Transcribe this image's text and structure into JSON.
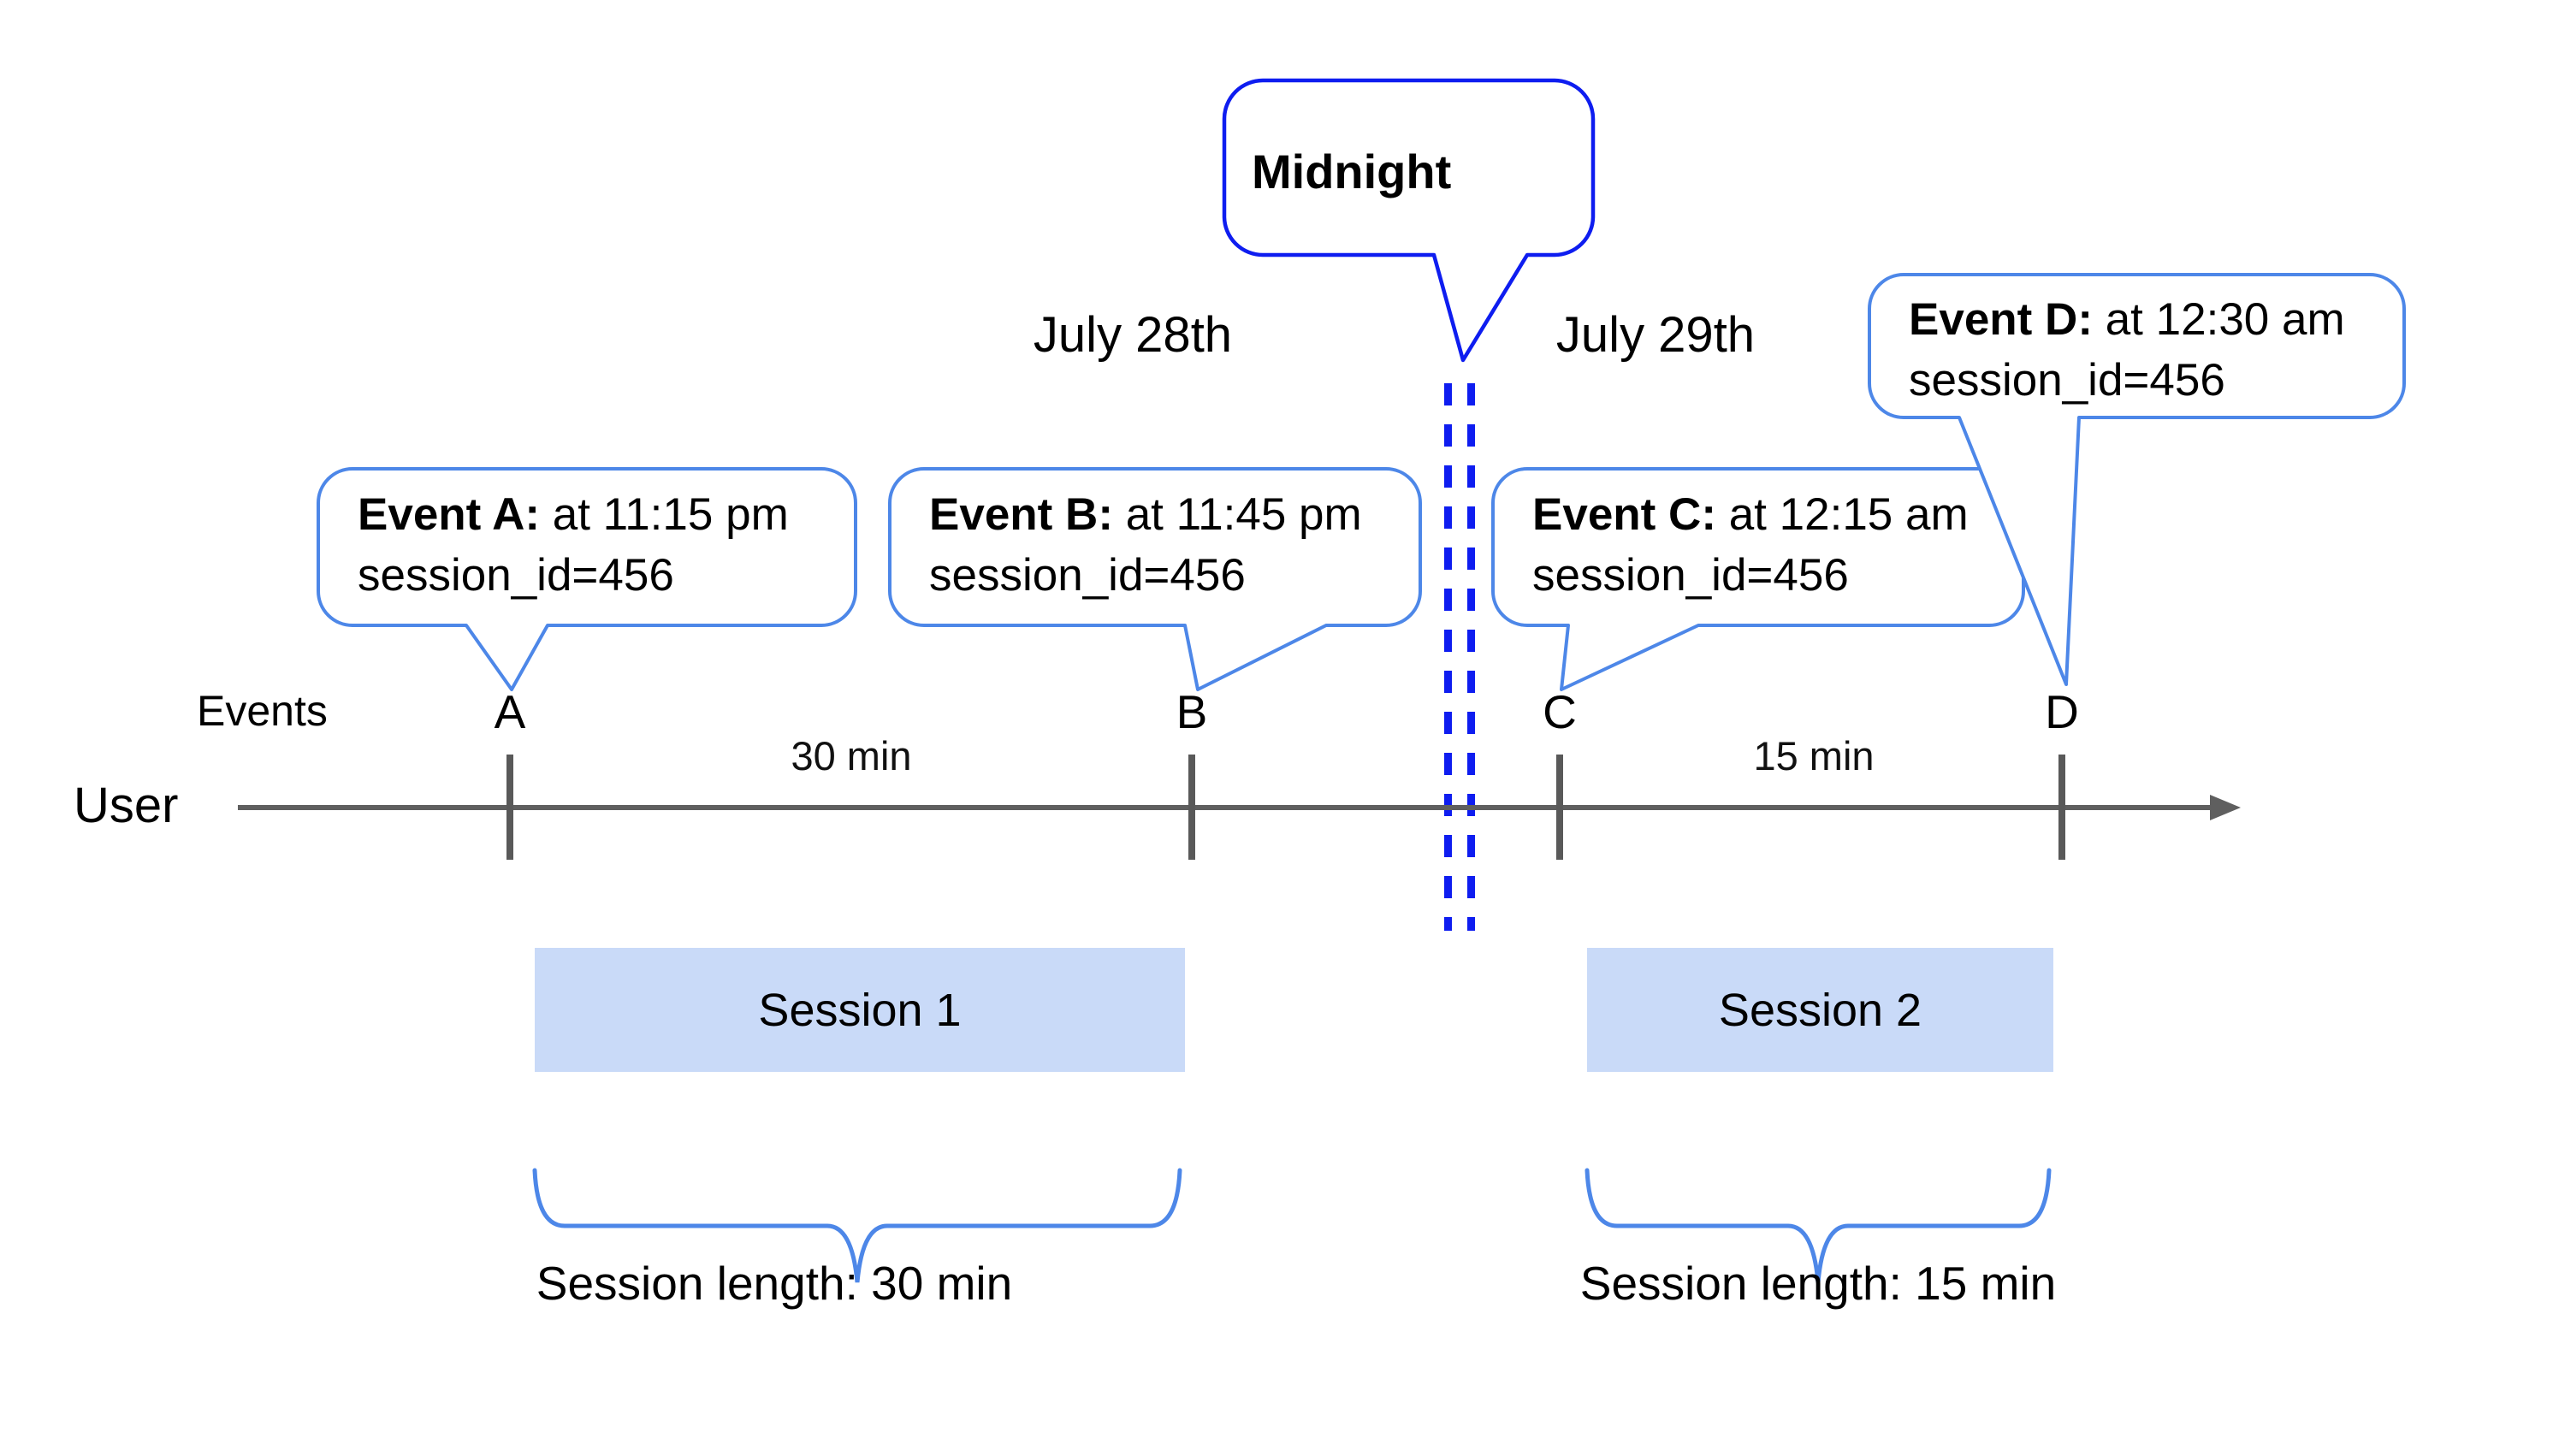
{
  "colors": {
    "event_bubble_border": "#4d87e8",
    "midnight_border": "#0e1df0",
    "dashed_line": "#0e1df0",
    "session_fill": "#c9daf8",
    "timeline_gray": "#5f5f5f",
    "text": "#000000"
  },
  "days": {
    "left": "July 28th",
    "right": "July 29th",
    "midnight_label": "Midnight"
  },
  "timeline": {
    "events_label": "Events",
    "user_label": "User",
    "interval_1": "30 min",
    "interval_2": "15 min"
  },
  "events": [
    {
      "letter": "A",
      "label_bold": "Event A:",
      "time_text": " at 11:15 pm",
      "session_text": "session_id=456"
    },
    {
      "letter": "B",
      "label_bold": "Event B:",
      "time_text": " at 11:45 pm",
      "session_text": "session_id=456"
    },
    {
      "letter": "C",
      "label_bold": "Event C:",
      "time_text": " at 12:15 am",
      "session_text": "session_id=456"
    },
    {
      "letter": "D",
      "label_bold": "Event D:",
      "time_text": " at 12:30 am",
      "session_text": "session_id=456"
    }
  ],
  "sessions": [
    {
      "name": "Session 1",
      "length_label": "Session length: 30 min"
    },
    {
      "name": "Session 2",
      "length_label": "Session length: 15 min"
    }
  ]
}
